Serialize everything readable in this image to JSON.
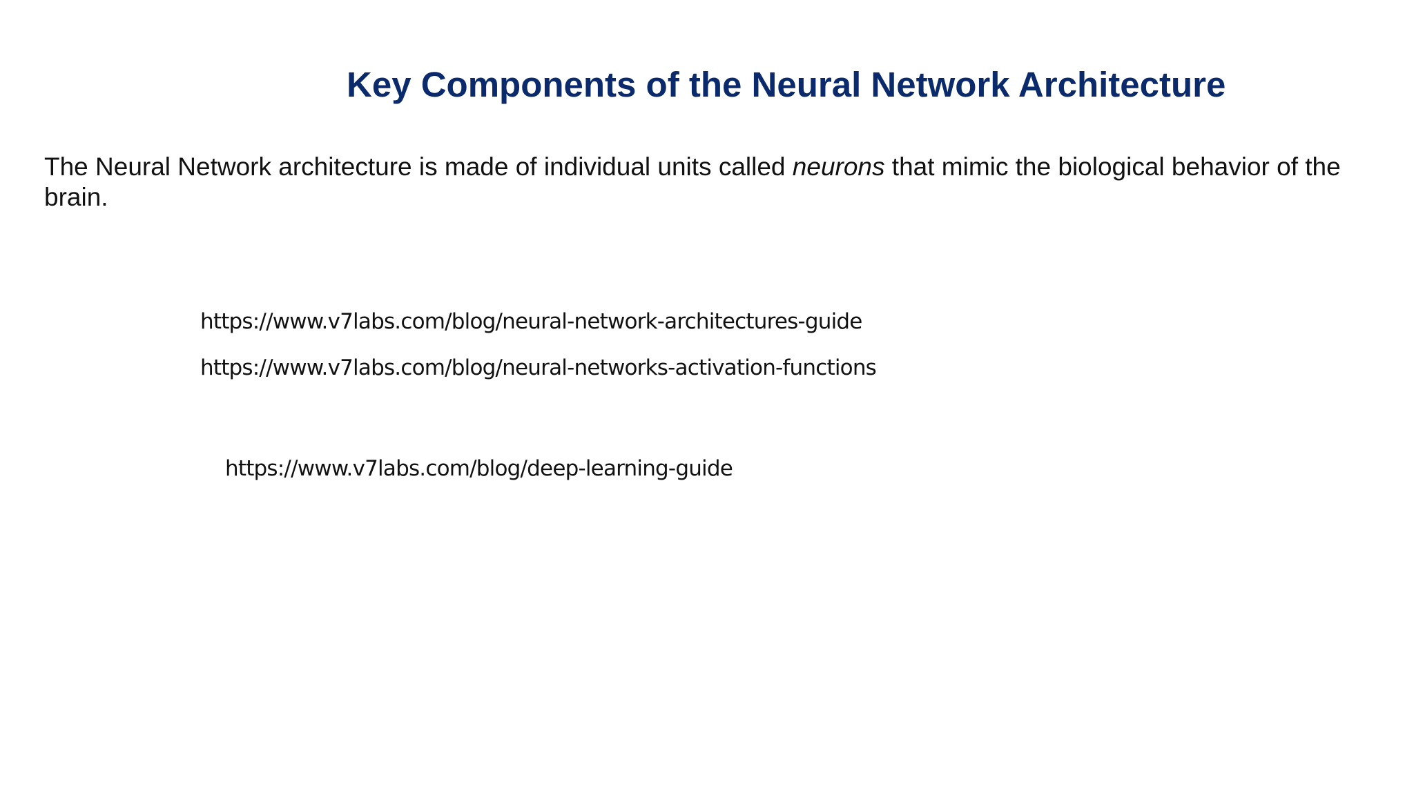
{
  "slide": {
    "title": "Key Components of the Neural Network Architecture",
    "intro": {
      "before": "The Neural Network architecture is made of individual units called ",
      "emphasis": "neurons",
      "after": " that mimic the biological behavior of the brain."
    },
    "links": [
      "https://www.v7labs.com/blog/neural-network-architectures-guide",
      "https://www.v7labs.com/blog/neural-networks-activation-functions",
      "https://www.v7labs.com/blog/deep-learning-guide"
    ]
  },
  "colors": {
    "title": "#0b2a6b",
    "body_text": "#111111",
    "background": "#ffffff"
  }
}
